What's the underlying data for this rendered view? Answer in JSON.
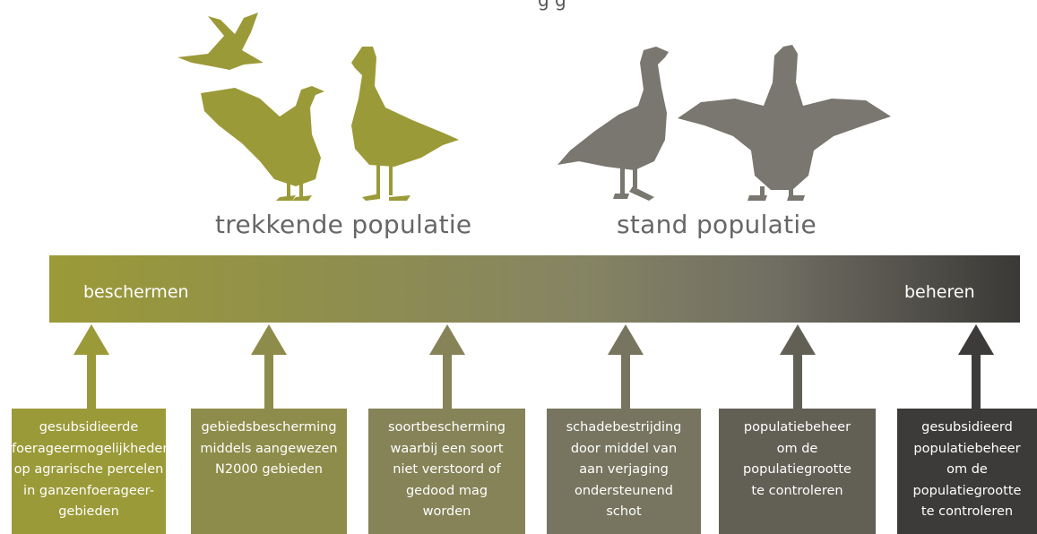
{
  "header": {
    "caption_fragment": "g ... g"
  },
  "populations": [
    {
      "label": "trekkende populatie",
      "color": "#9b9a38"
    },
    {
      "label": "stand populatie",
      "color": "#7a7670"
    }
  ],
  "bar": {
    "left_label": "beschermen",
    "right_label": "beheren"
  },
  "measures": [
    {
      "lines": [
        "gesubsidieerde",
        "foerageermogelijkheden",
        "op agrarische percelen",
        "in ganzenfoerageer-",
        "gebieden"
      ],
      "color": "#9b9a38"
    },
    {
      "lines": [
        "gebiedsbescherming",
        "middels aangewezen",
        "N2000 gebieden"
      ],
      "color": "#8e8c4a"
    },
    {
      "lines": [
        "soortbescherming",
        "waarbij een soort",
        "niet verstoord of",
        "gedood mag",
        "worden"
      ],
      "color": "#858357"
    },
    {
      "lines": [
        "schadebestrijding",
        "door middel van",
        "aan verjaging",
        "ondersteunend",
        "schot"
      ],
      "color": "#77755f"
    },
    {
      "lines": [
        "populatiebeheer",
        "om de",
        "populatiegrootte",
        "te controleren"
      ],
      "color": "#625f55"
    },
    {
      "lines": [
        "gesubsidieerd",
        "populatiebeheer",
        "om de",
        "populatiegrootte",
        "te controleren"
      ],
      "color": "#3d3b39"
    }
  ]
}
